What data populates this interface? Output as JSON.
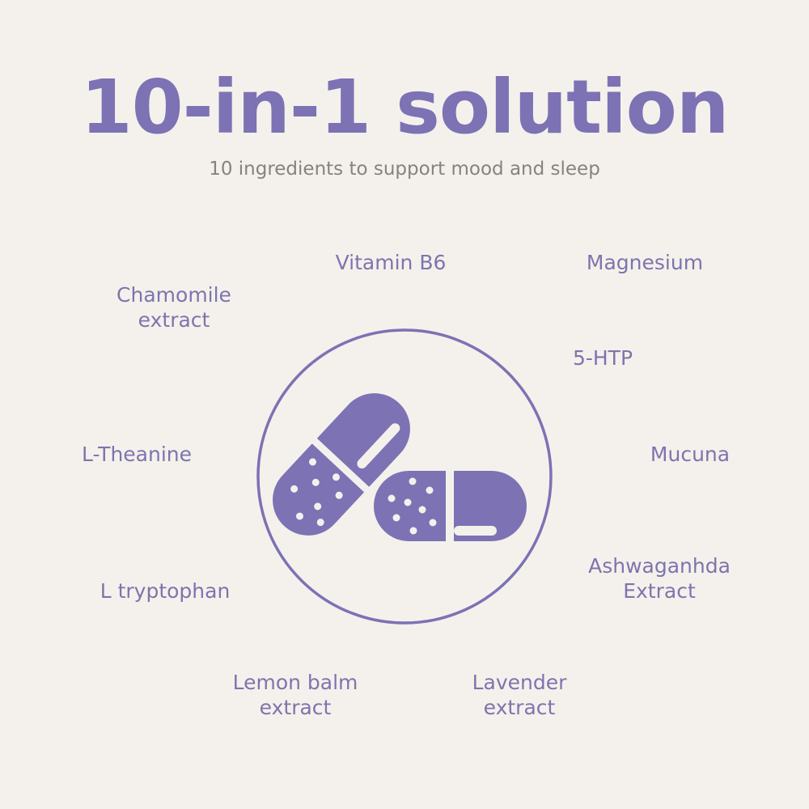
{
  "header": {
    "title": "10-in-1 solution",
    "subtitle": "10 ingredients to support mood and sleep"
  },
  "emblem": {
    "icon": "capsule-pills-icon",
    "accent_color": "#7C72B4",
    "background_color": "#F4F1EC"
  },
  "ingredients": [
    {
      "lines": [
        "Vitamin B6"
      ]
    },
    {
      "lines": [
        "Magnesium"
      ]
    },
    {
      "lines": [
        "Chamomile",
        "extract"
      ]
    },
    {
      "lines": [
        "5-HTP"
      ]
    },
    {
      "lines": [
        "L-Theanine"
      ]
    },
    {
      "lines": [
        "Mucuna"
      ]
    },
    {
      "lines": [
        "Ashwaganhda",
        "Extract"
      ]
    },
    {
      "lines": [
        "L tryptophan"
      ]
    },
    {
      "lines": [
        "Lemon balm",
        "extract"
      ]
    },
    {
      "lines": [
        "Lavender",
        "extract"
      ]
    }
  ]
}
